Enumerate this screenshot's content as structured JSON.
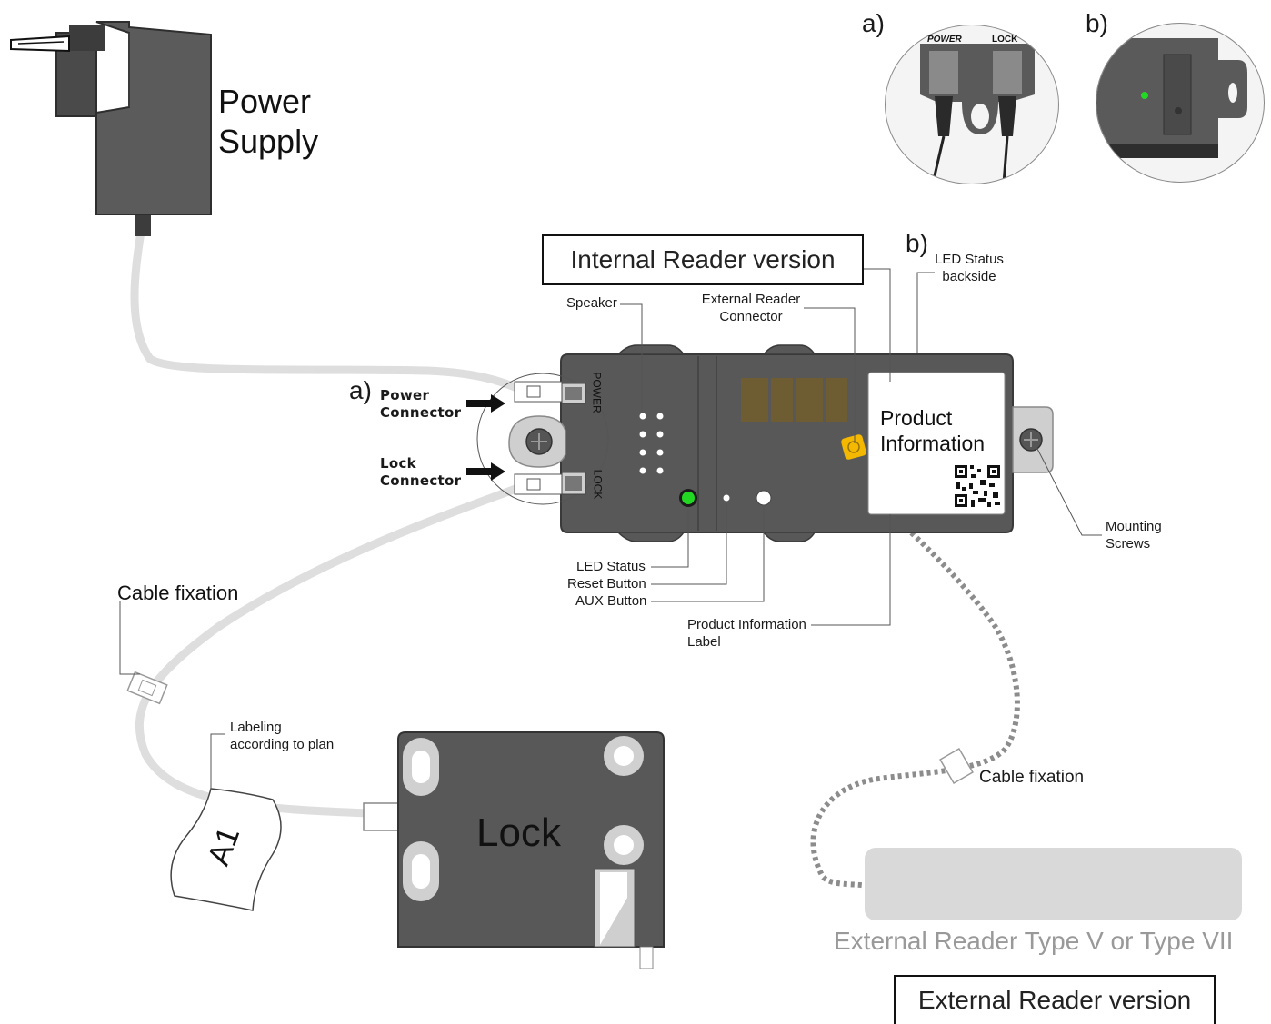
{
  "titles": {
    "internal_version": "Internal Reader version",
    "external_version": "External Reader version"
  },
  "components": {
    "power_supply_line1": "Power",
    "power_supply_line2": "Supply",
    "lock": "Lock",
    "label_tag": "A1",
    "product_info_line1": "Product",
    "product_info_line2": "Information",
    "external_reader": "External Reader Type V or Type VII"
  },
  "insets": {
    "a_marker": "a)",
    "b_marker": "b)",
    "power_port": "POWER",
    "lock_port": "LOCK"
  },
  "device": {
    "power_port": "POWER",
    "lock_port": "LOCK"
  },
  "callouts": {
    "a_marker": "a)",
    "b_marker": "b)",
    "power_connector_1": "Power",
    "power_connector_2": "Connector",
    "lock_connector_1": "Lock",
    "lock_connector_2": "Connector",
    "speaker": "Speaker",
    "external_reader_connector_1": "External Reader",
    "external_reader_connector_2": "Connector",
    "led_backside_1": "LED Status",
    "led_backside_2": "backside",
    "led_status": "LED Status",
    "reset_button": "Reset Button",
    "aux_button": "AUX Button",
    "product_info_label_1": "Product Information",
    "product_info_label_2": "Label",
    "mounting_screws_1": "Mounting",
    "mounting_screws_2": "Screws",
    "cable_fixation_left": "Cable fixation",
    "cable_fixation_right": "Cable fixation",
    "labeling_1": "Labeling",
    "labeling_2": "according to plan"
  },
  "colors": {
    "device_body": "#5a5a5a",
    "device_dark": "#3e3e3e",
    "cable": "#dedede",
    "led_green": "#22d822",
    "button_yellow": "#f5b800",
    "reader_fill": "#d9d9d9",
    "reader_text": "#999999"
  }
}
